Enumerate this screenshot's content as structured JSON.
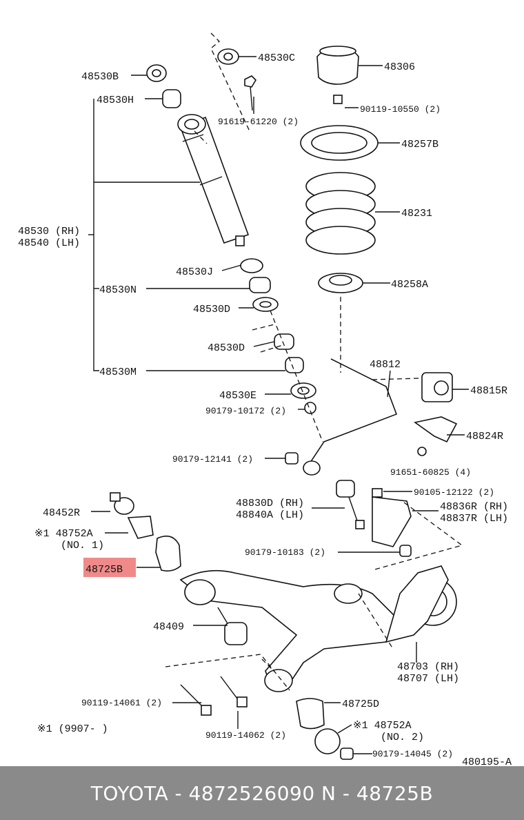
{
  "labels": {
    "p48530C": "48530C",
    "p48306": "48306",
    "p48530B": "48530B",
    "p48530H": "48530H",
    "p91619": "91619-61220 (2)",
    "p90119_10550": "90119-10550 (2)",
    "p48257B": "48257B",
    "p48231": "48231",
    "p48530_rh": "48530 (RH)",
    "p48540_lh": "48540 (LH)",
    "p48530J": "48530J",
    "p48530N": "48530N",
    "p48258A": "48258A",
    "p48530D_1": "48530D",
    "p48530D_2": "48530D",
    "p48812": "48812",
    "p48530M": "48530M",
    "p48815R": "48815R",
    "p48530E": "48530E",
    "p90179_10172": "90179-10172 (2)",
    "p48824R": "48824R",
    "p90179_12141": "90179-12141 (2)",
    "p91651": "91651-60825 (4)",
    "p48830D": "48830D (RH)",
    "p48840A": "48840A (LH)",
    "p90105": "90105-12122 (2)",
    "p48452R": "48452R",
    "p48836R": "48836R (RH)",
    "p48837R": "48837R (LH)",
    "p48752A_1a": "※1 48752A",
    "p48752A_1b": "(NO. 1)",
    "p90179_10183": "90179-10183 (2)",
    "p48725B": "48725B",
    "p48409": "48409",
    "p48703": "48703 (RH)",
    "p48707": "48707 (LH)",
    "p90119_14061": "90119-14061 (2)",
    "p48725D": "48725D",
    "p48752A_2a": "※1 48752A",
    "p48752A_2b": "(NO. 2)",
    "p_note": "※1 (9907-      )",
    "p90119_14062": "90119-14062 (2)",
    "p90179_14045": "90179-14045 (2)",
    "p_ref": "480195-A"
  },
  "highlight": {
    "part": "48725B",
    "color": "#f08a8a"
  },
  "footer": {
    "text": "TOYOTA - 4872526090      N - 48725B",
    "background": "#8a8a8a"
  }
}
